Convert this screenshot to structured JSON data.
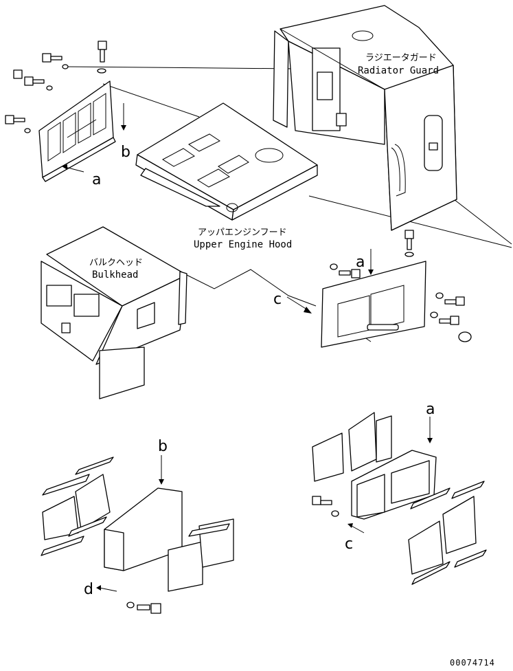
{
  "labels": {
    "radiator_guard_jp": "ラジエータガード",
    "radiator_guard_en": "Radiator Guard",
    "upper_engine_hood_jp": "アッパエンジンフード",
    "upper_engine_hood_en": "Upper Engine Hood",
    "bulkhead_jp": "バルクヘッド",
    "bulkhead_en": "Bulkhead"
  },
  "callouts": {
    "a_top": "a",
    "a_mid": "a",
    "a_right": "a",
    "b_top": "b",
    "b_bottom": "b",
    "c_mid": "c",
    "c_bottom": "c",
    "d_bottom": "d"
  },
  "doc_number": "00074714"
}
